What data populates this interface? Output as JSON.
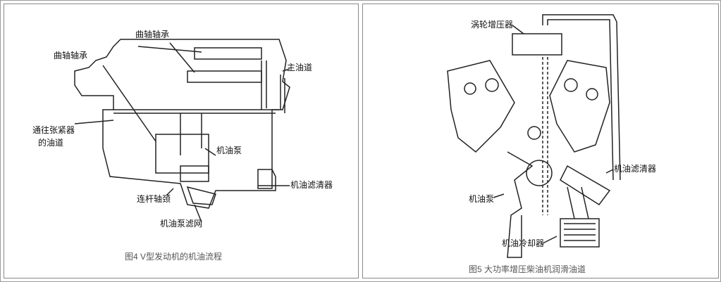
{
  "figure4": {
    "caption": "图4 V型发动机的机油流程",
    "labels": {
      "crank_bearing_top": "曲轴轴承",
      "crank_bearing_left": "曲轴轴承",
      "main_gallery": "主油道",
      "tensioner_line_1": "通往张紧器",
      "tensioner_line_2": "的油道",
      "oil_pump": "机油泵",
      "oil_filter": "机油滤清器",
      "conrod_journal": "连杆轴颈",
      "pump_strainer": "机油泵滤网"
    }
  },
  "figure5": {
    "caption": "图5 大功率增压柴油机润滑油道",
    "labels": {
      "turbocharger": "涡轮增压器",
      "oil_filter": "机油滤清器",
      "oil_pump": "机油泵",
      "oil_cooler": "机油冷却器"
    }
  }
}
